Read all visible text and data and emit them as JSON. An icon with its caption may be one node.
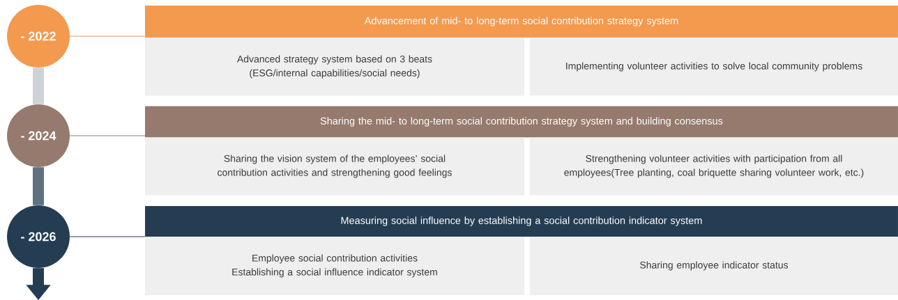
{
  "diagram": {
    "nodes": [
      {
        "text": [
          "- 2022"
        ]
      },
      {
        "text": [
          "- 2024"
        ]
      },
      {
        "text": [
          "- 2026"
        ]
      },
      {
        "text": [
          "Advancement of mid- to long-term social contribution strategy system"
        ]
      },
      {
        "text": [
          "Advanced strategy system based on 3 beats (ESG/internal capabilities/social needs)"
        ]
      },
      {
        "text": [
          "Implementing volunteer activities to solve local community problems"
        ]
      },
      {
        "text": [
          "Sharing the mid- to long-term social contribution strategy system and building consensus"
        ]
      },
      {
        "text": [
          "Sharing the vision system of the employees’ social contribution activities and strengthening good feelings"
        ]
      },
      {
        "text": [
          "Strengthening volunteer activities with participation from all employees(Tree planting, coal briquette sharing volunteer work, etc.)"
        ]
      },
      {
        "text": [
          "Measuring social influence by establishing a social contribution indicator system"
        ]
      },
      {
        "text": [
          "Employee social contribution activities Establishing a social influence indicator system"
        ]
      },
      {
        "text": [
          "Sharing employee indicator status"
        ]
      }
    ],
    "edges": [
      {
        "from": 0,
        "to": 3,
        "arrow": "none",
        "color": "#f39a4e"
      },
      {
        "from": 1,
        "to": 6,
        "arrow": "none",
        "color": "#957a6d"
      },
      {
        "from": 2,
        "to": 9,
        "arrow": "none",
        "color": "#243d53"
      },
      {
        "from": 0,
        "to": 1,
        "arrow": "none",
        "style": "thick",
        "color": "#cfd3d8"
      },
      {
        "from": 1,
        "to": 2,
        "arrow": "none",
        "style": "thick",
        "color": "#5f7282"
      },
      {
        "from": 2,
        "to": null,
        "arrow": "to",
        "style": "thick",
        "color": "#243d53"
      }
    ]
  }
}
